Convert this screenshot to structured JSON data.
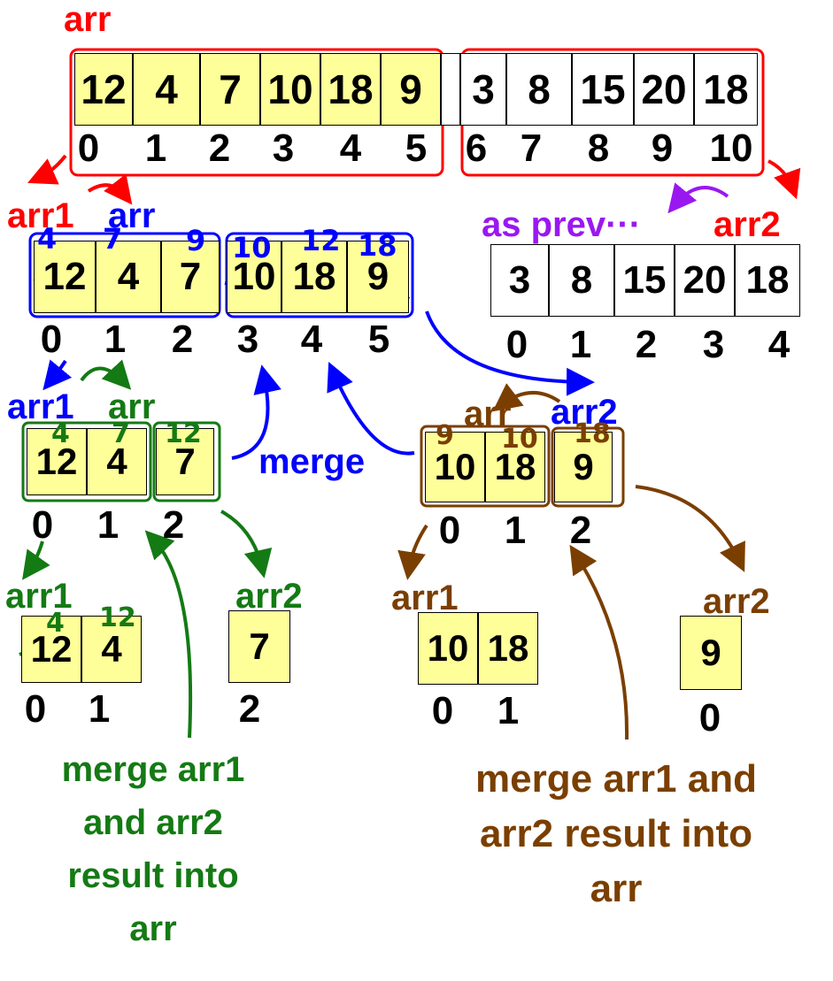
{
  "labels": {
    "top_arr": "arr",
    "arr1_red": "arr1",
    "arr_blue_top": "arr",
    "as_prev": "as prev···",
    "arr2_red": "arr2",
    "arr1_blue": "arr1",
    "arr_green": "arr",
    "merge_blue": "merge",
    "arr_brown": "arr",
    "arr2_blue": "arr2",
    "arr1_green": "arr1",
    "arr2_green": "arr2",
    "arr1_brown": "arr1",
    "arr2_brown": "arr2",
    "merge_green": [
      "merge arr1",
      "and arr2",
      "result into",
      "arr"
    ],
    "merge_brown": [
      "merge arr1 and",
      "arr2 result into",
      "arr"
    ]
  },
  "arrays": {
    "top": {
      "values": [
        "12",
        "4",
        "7",
        "10",
        "18",
        "9",
        "",
        "3",
        "8",
        "15",
        "20",
        "18"
      ],
      "indices": [
        "0",
        "1",
        "2",
        "3",
        "4",
        "5",
        "6",
        "7",
        "8",
        "9",
        "10"
      ]
    },
    "arr_level1": {
      "values": [
        "12",
        "4",
        "7",
        "10",
        "18",
        "9"
      ],
      "indices": [
        "0",
        "1",
        "2",
        "3",
        "4",
        "5"
      ],
      "overwritten": [
        "4",
        "7",
        "9",
        "10",
        "12",
        "18"
      ]
    },
    "arr2_level1": {
      "values": [
        "3",
        "8",
        "15",
        "20",
        "18"
      ],
      "indices": [
        "0",
        "1",
        "2",
        "3",
        "4"
      ]
    },
    "green_arr": {
      "values": [
        "12",
        "4",
        "7"
      ],
      "indices": [
        "0",
        "1",
        "2"
      ],
      "overwritten": [
        "4",
        "7",
        "12"
      ]
    },
    "brown_arr": {
      "values": [
        "10",
        "18",
        "9"
      ],
      "indices": [
        "0",
        "1",
        "2"
      ],
      "overwritten": [
        "9",
        "10",
        "18"
      ]
    },
    "green_arr1": {
      "values": [
        "12",
        "4"
      ],
      "indices": [
        "0",
        "1"
      ],
      "overwritten": [
        "4",
        "12"
      ]
    },
    "green_arr2": {
      "values": [
        "7"
      ],
      "indices": [
        "2"
      ]
    },
    "brown_arr1": {
      "values": [
        "10",
        "18"
      ],
      "indices": [
        "0",
        "1"
      ]
    },
    "brown_arr2": {
      "values": [
        "9"
      ],
      "indices": [
        "0"
      ]
    }
  },
  "colors": {
    "cell_fill": "#ffff99",
    "red": "#ff0000",
    "blue": "#0000ff",
    "green": "#147a14",
    "brown": "#7a3f00",
    "purple": "#9a18f0"
  }
}
